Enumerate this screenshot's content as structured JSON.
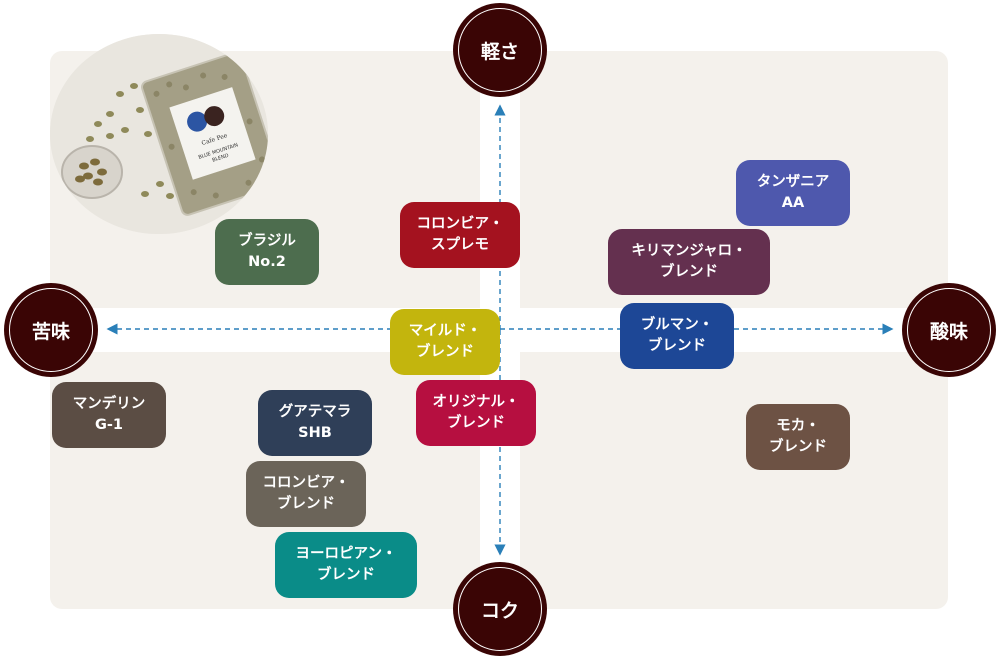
{
  "axes": {
    "top": "軽さ",
    "bottom": "コク",
    "left": "苦味",
    "right": "酸味"
  },
  "product_image": {
    "package_label_top": "Cafe Pee",
    "package_label_line1": "BLUE MOUNTAIN",
    "package_label_line2": "BLEND"
  },
  "tags": [
    {
      "name": "tanzania",
      "line1": "タンザニア",
      "line2": "AA",
      "color": "#4e58ad"
    },
    {
      "name": "kilimanjaro",
      "line1": "キリマンジャロ・",
      "line2": "ブレンド",
      "color": "#64304f"
    },
    {
      "name": "blue-mountain",
      "line1": "ブルマン・",
      "line2": "ブレンド",
      "color": "#1d4796"
    },
    {
      "name": "colombia-supremo",
      "line1": "コロンビア・",
      "line2": "スプレモ",
      "color": "#a4121f"
    },
    {
      "name": "brazil",
      "line1": "ブラジル",
      "line2": "No.2",
      "color": "#4d6d4e"
    },
    {
      "name": "mild",
      "line1": "マイルド・",
      "line2": "ブレンド",
      "color": "#c3b50d"
    },
    {
      "name": "original",
      "line1": "オリジナル・",
      "line2": "ブレンド",
      "color": "#b60f40"
    },
    {
      "name": "mandheling",
      "line1": "マンデリン",
      "line2": "G-1",
      "color": "#5b4d44"
    },
    {
      "name": "guatemala",
      "line1": "グアテマラ",
      "line2": "SHB",
      "color": "#2f3f58"
    },
    {
      "name": "colombia-blend",
      "line1": "コロンビア・",
      "line2": "ブレンド",
      "color": "#6b6459"
    },
    {
      "name": "european",
      "line1": "ヨーロピアン・",
      "line2": "ブレンド",
      "color": "#0a8c88"
    },
    {
      "name": "mocha",
      "line1": "モカ・",
      "line2": "ブレンド",
      "color": "#6d5244"
    }
  ]
}
